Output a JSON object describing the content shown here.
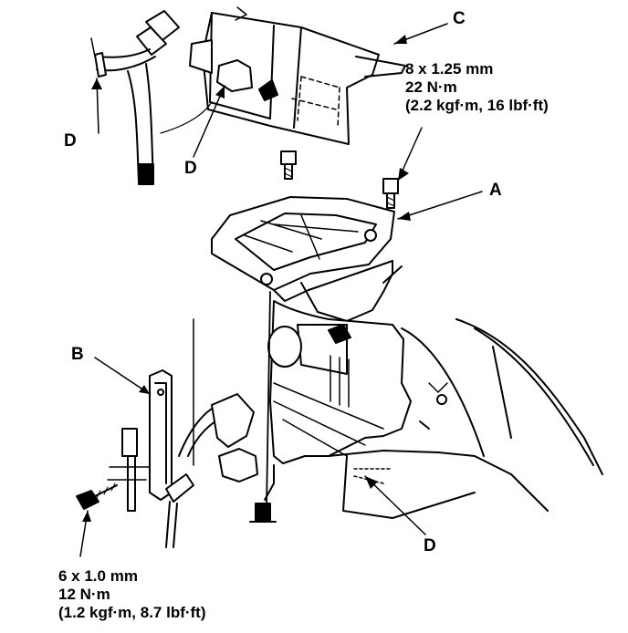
{
  "callouts": {
    "a": "A",
    "b": "B",
    "c": "C",
    "d1": "D",
    "d2": "D",
    "d3": "D"
  },
  "specs": {
    "upper": {
      "size": "8 x 1.25 mm",
      "torque_nm": "22 N·m",
      "torque_alt": "(2.2 kgf·m, 16 lbf·ft)"
    },
    "lower": {
      "size": "6 x 1.0 mm",
      "torque_nm": "12 N·m",
      "torque_alt": "(1.2 kgf·m, 8.7 lbf·ft)"
    }
  }
}
